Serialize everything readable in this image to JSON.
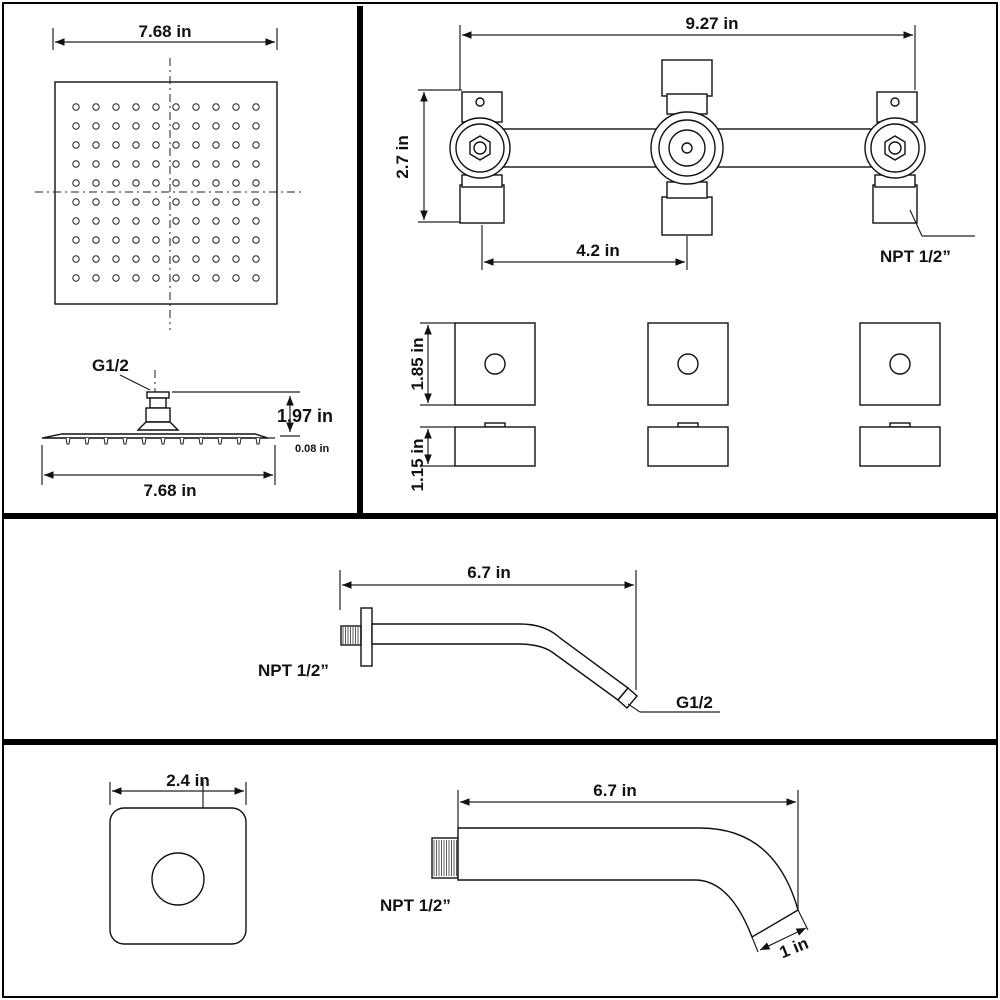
{
  "shower_head": {
    "top_width_label": "7.68 in",
    "inlet_label": "G1/2",
    "height_label": "1.97 in",
    "thickness_label": "0.08 in",
    "side_width_label": "7.68 in"
  },
  "valve_body": {
    "overall_width_label": "9.27 in",
    "height_label": "2.7 in",
    "center_spacing_label": "4.2 in",
    "thread_label": "NPT 1/2”"
  },
  "handles": {
    "face_height_label": "1.85 in",
    "side_height_label": "1.15 in"
  },
  "shower_arm": {
    "length_label": "6.7 in",
    "inlet_label": "NPT 1/2”",
    "outlet_label": "G1/2"
  },
  "escutcheon": {
    "width_label": "2.4 in"
  },
  "tub_spout": {
    "length_label": "6.7 in",
    "thread_label": "NPT 1/2”",
    "outlet_label": "1 in"
  }
}
